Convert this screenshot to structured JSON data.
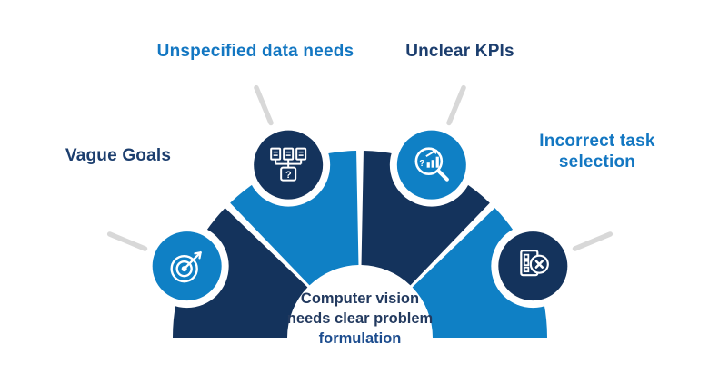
{
  "diagram": {
    "colors": {
      "navy": "#14335C",
      "blue": "#0F80C5",
      "connector": "#D8D8D8",
      "label_navy": "#1C3E6E",
      "label_blue": "#1377C2",
      "center_text": "#233A5F",
      "center_highlight": "#1C4C8E"
    },
    "segments": [
      {
        "label": "Vague Goals",
        "icon": "target-icon",
        "segment_color": "navy",
        "icon_color": "blue",
        "label_color": "label_navy"
      },
      {
        "label": "Unspecified data needs",
        "icon": "data-hierarchy-icon",
        "segment_color": "blue",
        "icon_color": "navy",
        "label_color": "label_blue"
      },
      {
        "label": "Unclear KPIs",
        "icon": "kpi-search-icon",
        "segment_color": "navy",
        "icon_color": "blue",
        "label_color": "label_navy"
      },
      {
        "label": "Incorrect task selection",
        "icon": "task-error-icon",
        "segment_color": "blue",
        "icon_color": "navy",
        "label_color": "label_blue"
      }
    ],
    "center_caption": {
      "lines": [
        "Computer vision",
        "needs clear problem"
      ],
      "highlight": "formulation"
    }
  }
}
